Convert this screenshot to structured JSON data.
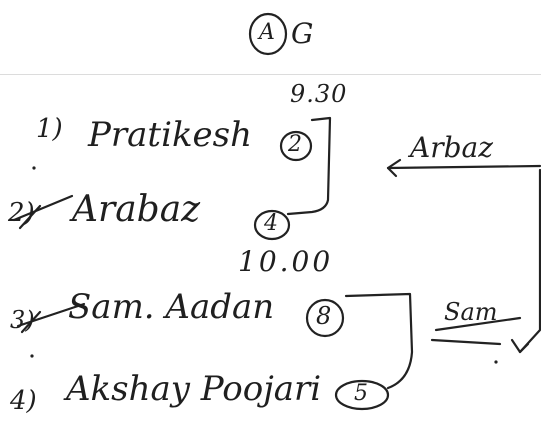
{
  "header": {
    "circled_letter": "A",
    "group_letter": "G"
  },
  "slots": [
    {
      "time": "9.30",
      "entries": [
        {
          "index": "1)",
          "name": "Pratikesh",
          "circled_number": "2",
          "struck_out": false
        },
        {
          "index": "2)",
          "name": "Arabaz",
          "circled_number": "4",
          "struck_out": true
        }
      ],
      "side_note": "Arbaz"
    },
    {
      "time": "10.00",
      "entries": [
        {
          "index": "3)",
          "name": "Sam. Aadan",
          "circled_number": "8",
          "struck_out": true
        },
        {
          "index": "4)",
          "name": "Akshay Poojari",
          "circled_number": "5",
          "struck_out": false
        }
      ],
      "side_note": "Sam"
    }
  ]
}
